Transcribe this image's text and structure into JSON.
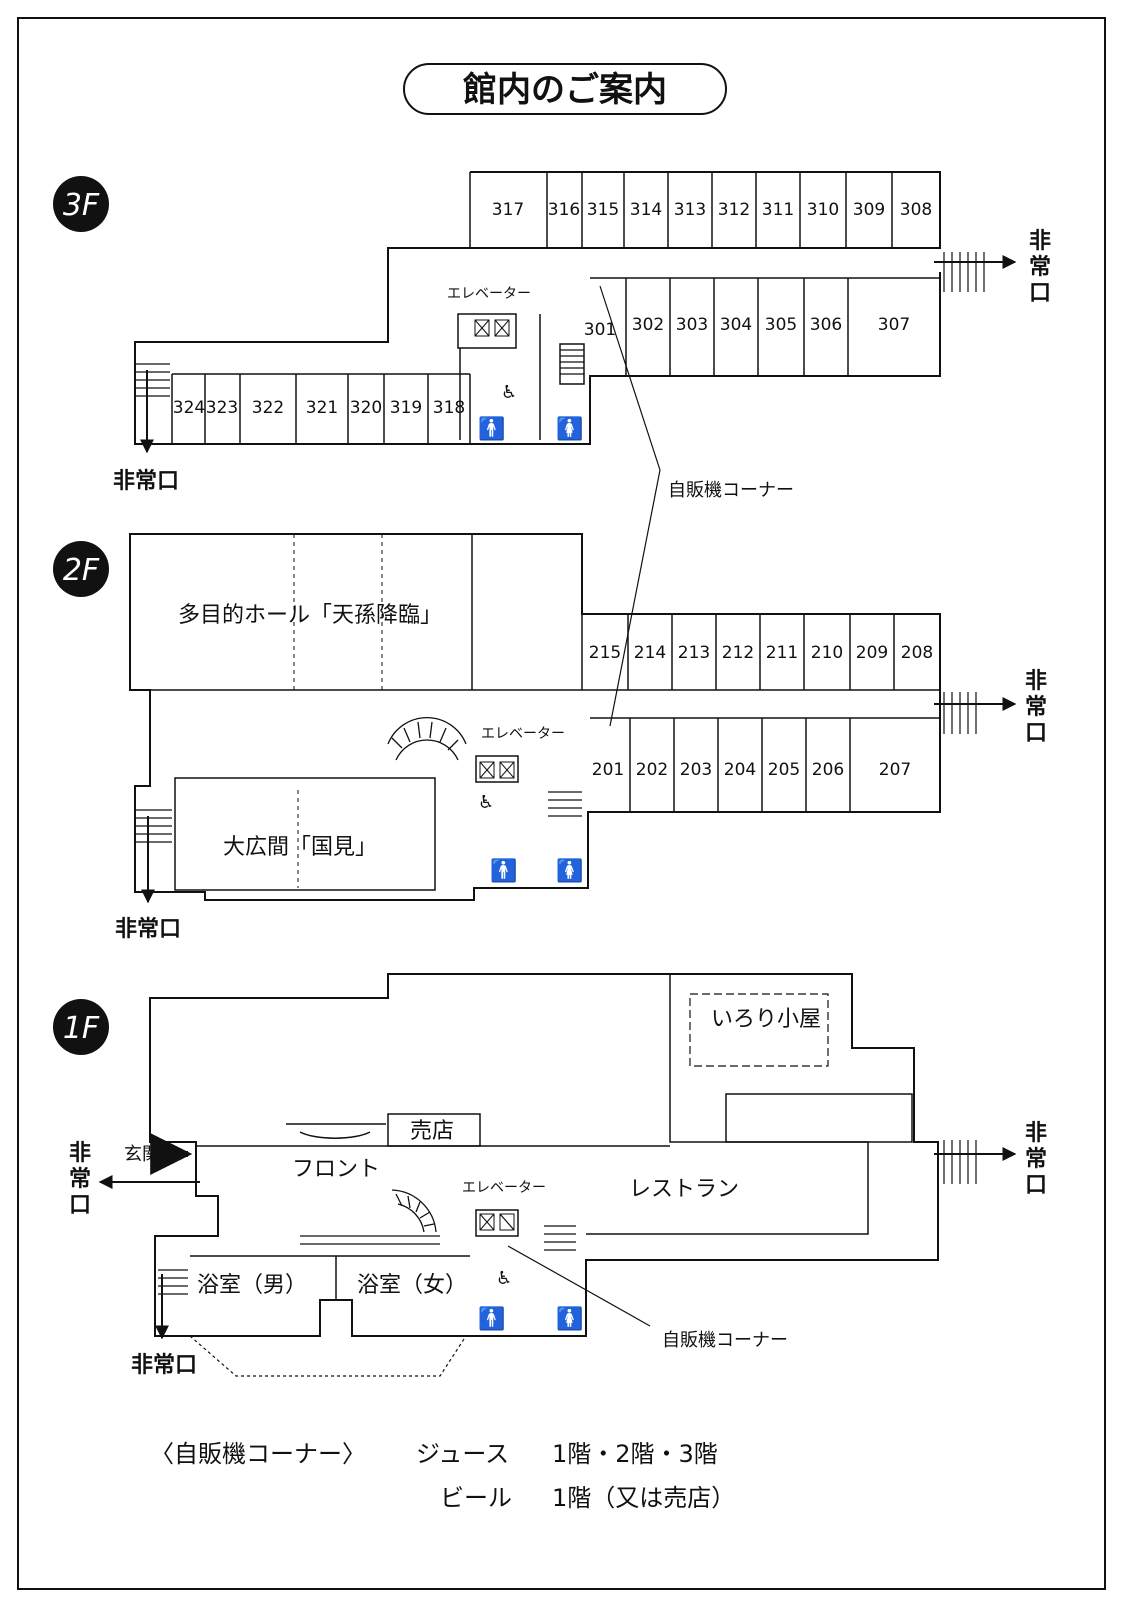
{
  "title": "館内のご案内",
  "floor_labels": {
    "f3": "3F",
    "f2": "2F",
    "f1": "1F"
  },
  "exit_label": "非常口",
  "elevator_label": "エレベーター",
  "vending_label": "自販機コーナー",
  "floor3": {
    "rooms_top": [
      "317",
      "316",
      "315",
      "314",
      "313",
      "312",
      "311",
      "310",
      "309",
      "308"
    ],
    "rooms_bottom": [
      "301",
      "302",
      "303",
      "304",
      "305",
      "306",
      "307"
    ],
    "rooms_left": [
      "324",
      "323",
      "322",
      "321",
      "320",
      "319",
      "318"
    ]
  },
  "floor2": {
    "hall": "多目的ホール「天孫降臨」",
    "great_room": "大広間「国見」",
    "rooms_top": [
      "215",
      "214",
      "213",
      "212",
      "211",
      "210",
      "209",
      "208"
    ],
    "rooms_bottom": [
      "201",
      "202",
      "203",
      "204",
      "205",
      "206",
      "207"
    ]
  },
  "floor1": {
    "irori": "いろり小屋",
    "shop": "売店",
    "front": "フロント",
    "restaurant": "レストラン",
    "entrance": "玄関",
    "bath_men": "浴室（男）",
    "bath_women": "浴室（女）"
  },
  "legend": {
    "heading": "〈自販機コーナー〉",
    "row1_item": "ジュース",
    "row1_where": "1階・2階・3階",
    "row2_item": "ビール",
    "row2_where": "1階（又は売店）"
  }
}
